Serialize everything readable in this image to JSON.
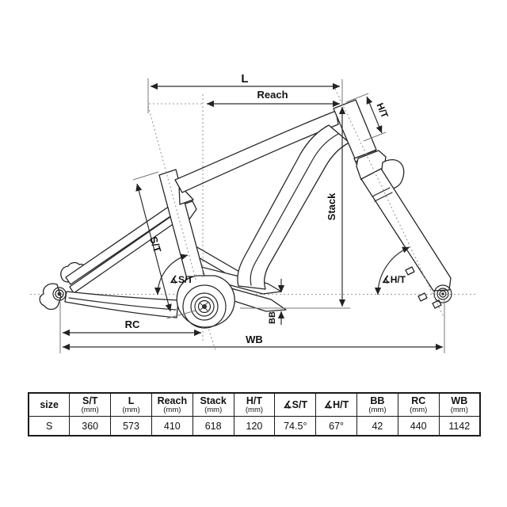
{
  "diagram": {
    "labels": {
      "l": "L",
      "reach": "Reach",
      "ht": "H/T",
      "stack": "Stack",
      "st": "S/T",
      "angle_st": "∡S/T",
      "angle_ht": "∡H/T",
      "bb": "BB",
      "rc": "RC",
      "wb": "WB"
    }
  },
  "table": {
    "columns": [
      {
        "label": "size",
        "unit": ""
      },
      {
        "label": "S/T",
        "unit": "(mm)"
      },
      {
        "label": "L",
        "unit": "(mm)"
      },
      {
        "label": "Reach",
        "unit": "(mm)"
      },
      {
        "label": "Stack",
        "unit": "(mm)"
      },
      {
        "label": "H/T",
        "unit": "(mm)"
      },
      {
        "label": "∡S/T",
        "unit": ""
      },
      {
        "label": "∡H/T",
        "unit": ""
      },
      {
        "label": "BB",
        "unit": "(mm)"
      },
      {
        "label": "RC",
        "unit": "(mm)"
      },
      {
        "label": "WB",
        "unit": "(mm)"
      }
    ],
    "rows": [
      [
        "S",
        "360",
        "573",
        "410",
        "618",
        "120",
        "74.5°",
        "67°",
        "42",
        "440",
        "1142"
      ]
    ]
  },
  "colors": {
    "frame_line": "#262626",
    "dimension_line": "#2e2e2e",
    "reference_dotted": "#9a9a9a",
    "background": "#ffffff"
  }
}
